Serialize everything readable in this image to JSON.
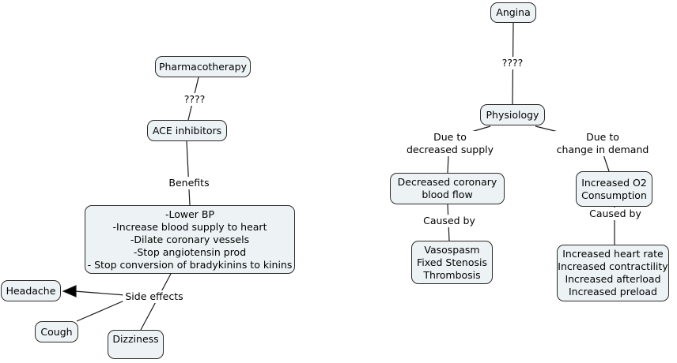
{
  "colors": {
    "background": "#ffffff",
    "node_fill": "#edf3f4",
    "node_border": "#2b2b2b",
    "connector_line": "#1a1a1a",
    "text": "#000000"
  },
  "nodes": {
    "pharmacotherapy": {
      "label": "Pharmacotherapy"
    },
    "ace_inhibitors": {
      "label": "ACE inhibitors"
    },
    "benefits_list": {
      "lines": [
        "-Lower BP",
        "-Increase blood supply to heart",
        "-Dilate coronary vessels",
        "-Stop angiotensin prod",
        "- Stop conversion of bradykinins to kinins"
      ]
    },
    "headache": {
      "label": "Headache"
    },
    "cough": {
      "label": "Cough"
    },
    "dizziness": {
      "label": "Dizziness"
    },
    "angina": {
      "label": "Angina"
    },
    "physiology": {
      "label": "Physiology"
    },
    "decreased_flow": {
      "lines": [
        "Decreased coronary",
        "blood flow"
      ]
    },
    "increased_o2": {
      "lines": [
        "Increased O2",
        "Consumption"
      ]
    },
    "supply_causes": {
      "lines": [
        "Vasospasm",
        "Fixed Stenosis",
        "Thrombosis"
      ]
    },
    "demand_causes": {
      "lines": [
        "Increased heart rate",
        "Increased contractility",
        "Increased afterload",
        "Increased preload"
      ]
    }
  },
  "linking_phrases": {
    "pharma_to_ace": "????",
    "ace_to_benefits": "Benefits",
    "benefits_to_side_effects": "Side effects",
    "angina_to_physiology": "????",
    "due_to_decreased_supply": [
      "Due to",
      "decreased supply"
    ],
    "due_to_change_in_demand": [
      "Due to",
      "change in demand"
    ],
    "caused_by_supply": "Caused by",
    "caused_by_demand": "Caused by"
  }
}
